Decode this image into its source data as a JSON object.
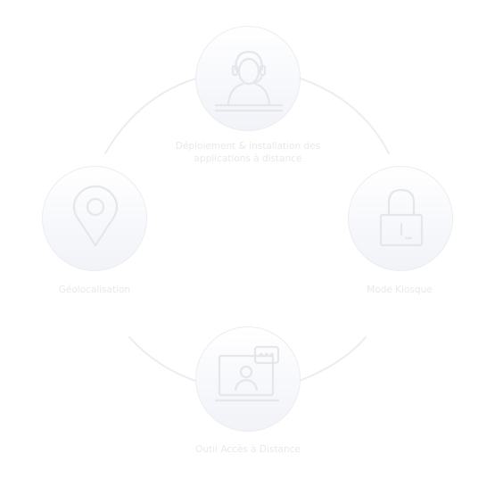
{
  "nodes": {
    "top": {
      "label": "Déploiement & installation des applications à distance",
      "icon": "support-agent-icon"
    },
    "left": {
      "label": "Géolocalisation",
      "icon": "location-pin-icon"
    },
    "right": {
      "label": "Mode Kiosque",
      "icon": "padlock-icon"
    },
    "bottom": {
      "label": "Outil Accès à Distance",
      "icon": "remote-screen-icon"
    }
  },
  "colors": {
    "connector": "#ededf1",
    "circle_border": "#ededf1",
    "icon_stroke": "#e6e7ec",
    "label_text": "#e9e9ee"
  }
}
